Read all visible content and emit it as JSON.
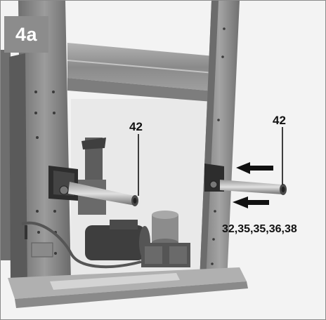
{
  "figure": {
    "label": "4a"
  },
  "callouts": {
    "left_arm_part": "42",
    "right_arm_part": "42",
    "parts_list": "32,35,35,36,38"
  },
  "colors": {
    "badge_background": "#8c8c8c",
    "badge_text": "#ffffff",
    "callout_text": "#111111",
    "frame_metal": "#8e8e8e",
    "background": "#f4f4f4"
  },
  "icons": {
    "insert_direction_upper": "arrow-left",
    "insert_direction_lower": "arrow-left"
  }
}
